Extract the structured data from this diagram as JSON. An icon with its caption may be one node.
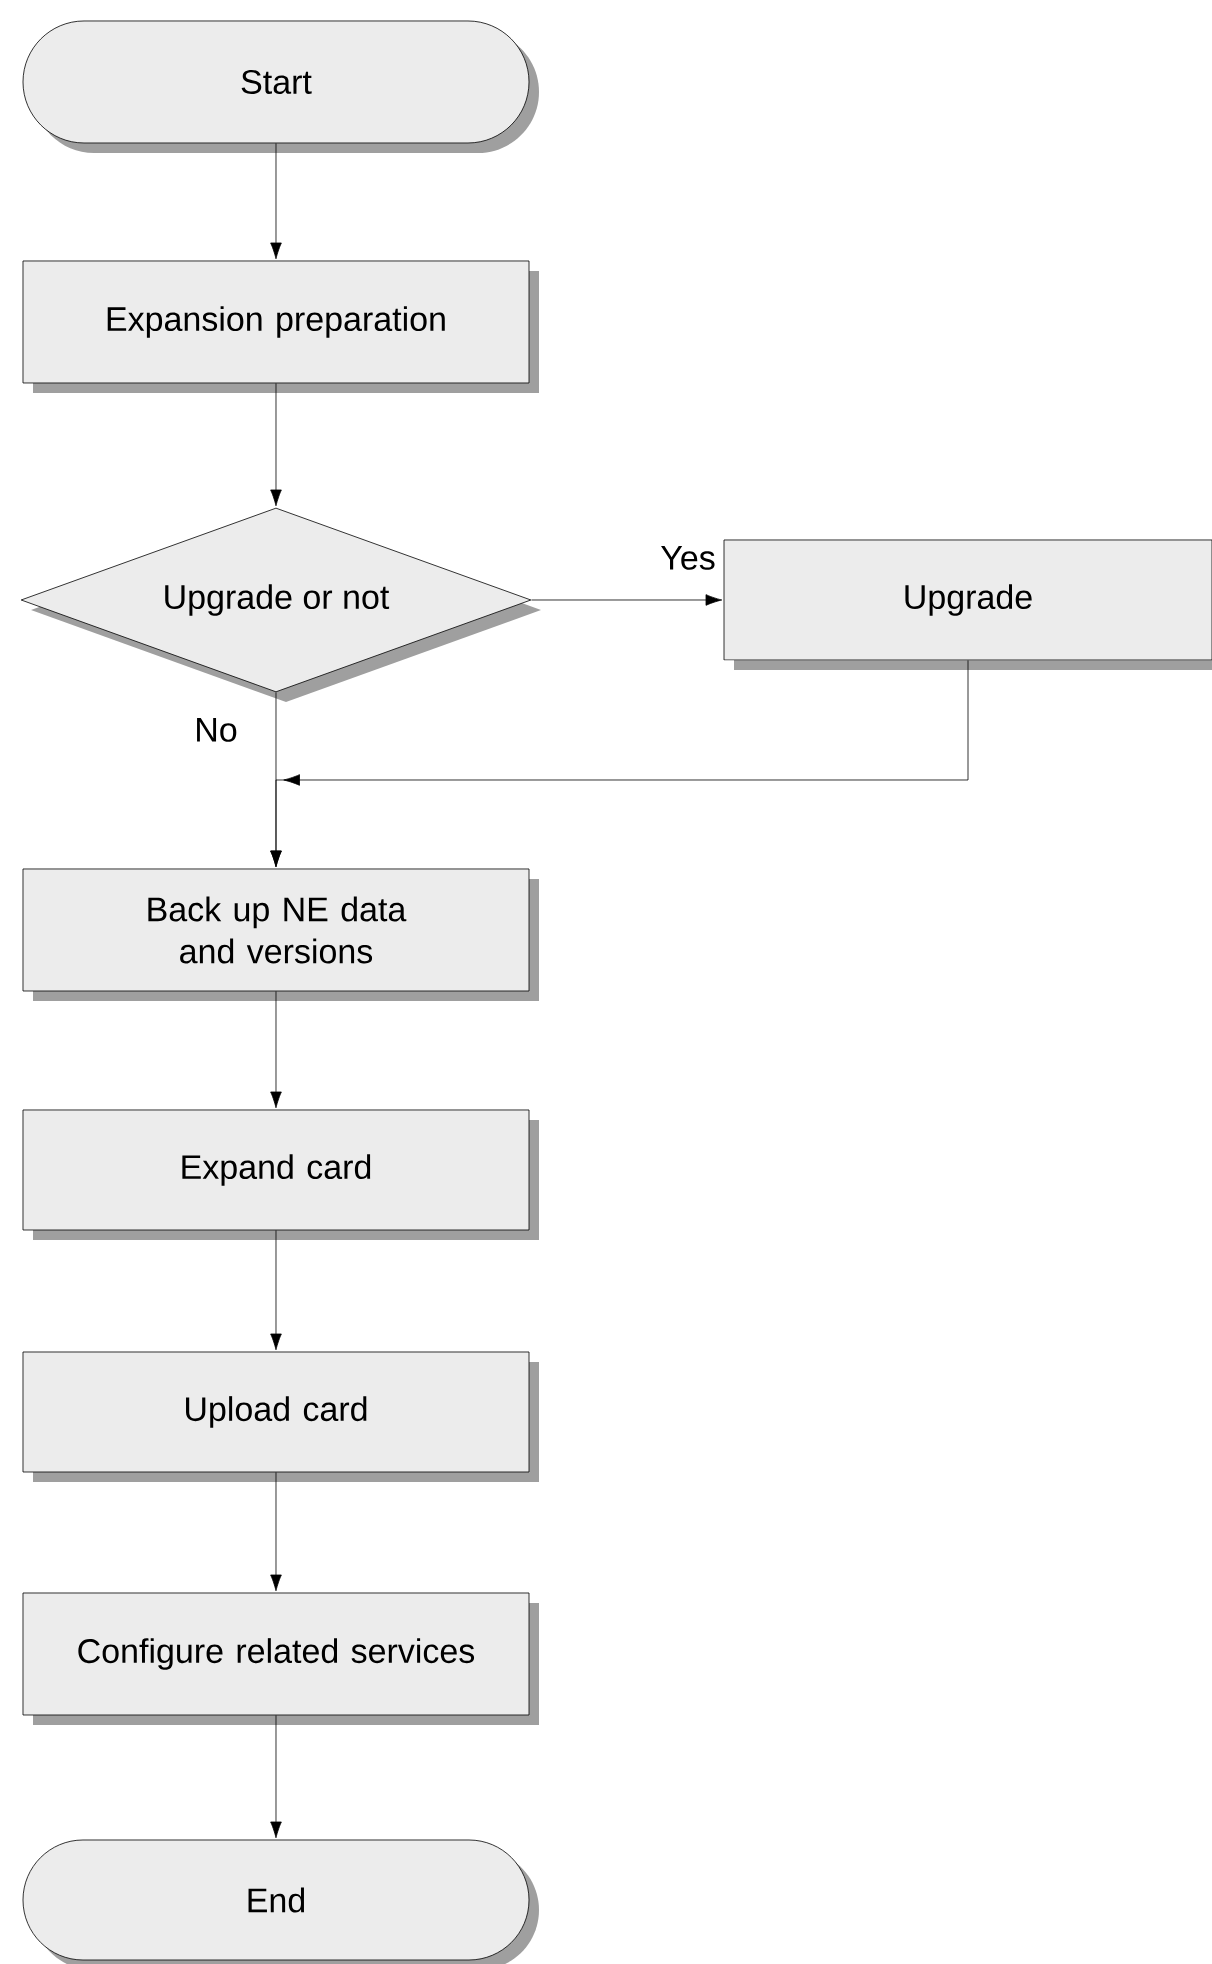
{
  "diagram": {
    "nodes": [
      {
        "text": [
          "Start"
        ]
      },
      {
        "text": [
          "Expansion preparation"
        ]
      },
      {
        "text": [
          "Upgrade or not"
        ]
      },
      {
        "text": [
          "Upgrade"
        ]
      },
      {
        "text": [
          "Back up NE data and versions"
        ]
      },
      {
        "text": [
          "Expand card"
        ]
      },
      {
        "text": [
          "Upload card"
        ]
      },
      {
        "text": [
          "Configure related services"
        ]
      },
      {
        "text": [
          "End"
        ]
      }
    ],
    "edges": [
      {
        "from": 0,
        "to": 1,
        "arrow": "to"
      },
      {
        "from": 1,
        "to": 2,
        "arrow": "to"
      },
      {
        "from": 2,
        "to": 3,
        "arrow": "to",
        "label": "Yes"
      },
      {
        "from": 2,
        "to": 4,
        "arrow": "to",
        "label": "No"
      },
      {
        "from": 3,
        "to": 4,
        "arrow": "to"
      },
      {
        "from": 4,
        "to": 5,
        "arrow": "to"
      },
      {
        "from": 5,
        "to": 6,
        "arrow": "to"
      },
      {
        "from": 6,
        "to": 7,
        "arrow": "to"
      },
      {
        "from": 7,
        "to": 8,
        "arrow": "to"
      }
    ]
  }
}
